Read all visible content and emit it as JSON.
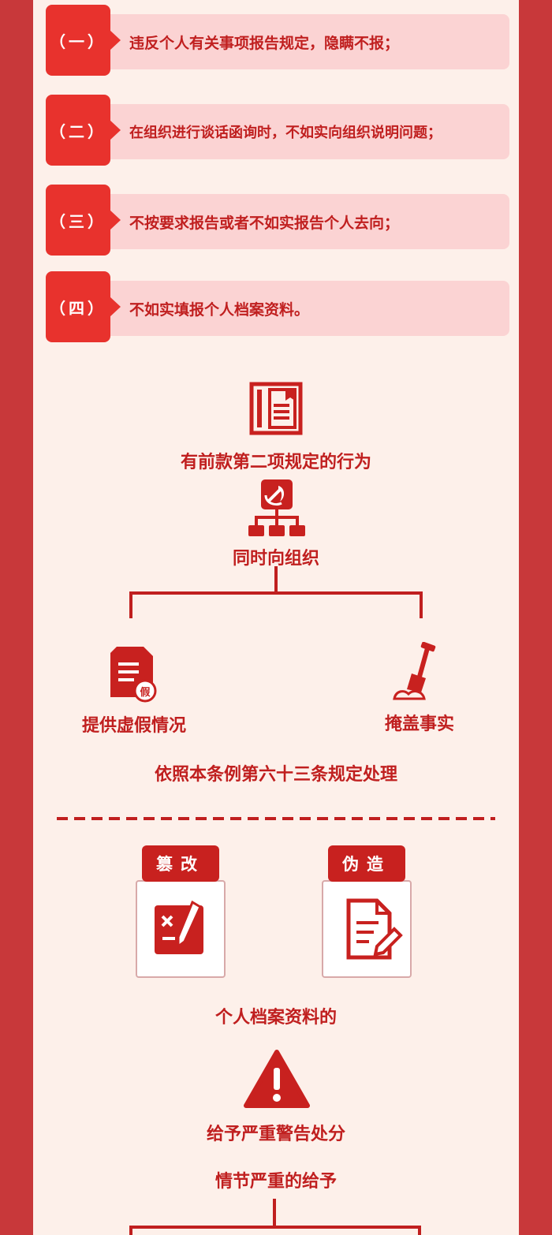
{
  "items": [
    {
      "tag": "（一）",
      "text": "违反个人有关事项报告规定，隐瞒不报；"
    },
    {
      "tag": "（二）",
      "text": "在组织进行谈话函询时，不如实向组织说明问题；"
    },
    {
      "tag": "（三）",
      "text": "不按要求报告或者不如实报告个人去向；"
    },
    {
      "tag": "（四）",
      "text": "不如实填报个人档案资料。"
    }
  ],
  "flow": {
    "prior_clause": "有前款第二项规定的行为",
    "simultaneous": "同时向组织",
    "false_info": "提供虚假情况",
    "cover_up": "掩盖事实",
    "handling": "依照本条例第六十三条规定处理"
  },
  "cards": {
    "tamper": "篡改",
    "forge": "伪造",
    "archive": "个人档案资料的",
    "fake_badge": "假"
  },
  "penalty": {
    "serious_warning": "给予严重警告处分",
    "serious_case": "情节严重的给予"
  },
  "colors": {
    "border_red": "#c8383a",
    "panel_bg": "#fdf0ea",
    "accent_red": "#e8322d",
    "text_red": "#c01f1f",
    "bar_pink": "#fbd3d3"
  }
}
